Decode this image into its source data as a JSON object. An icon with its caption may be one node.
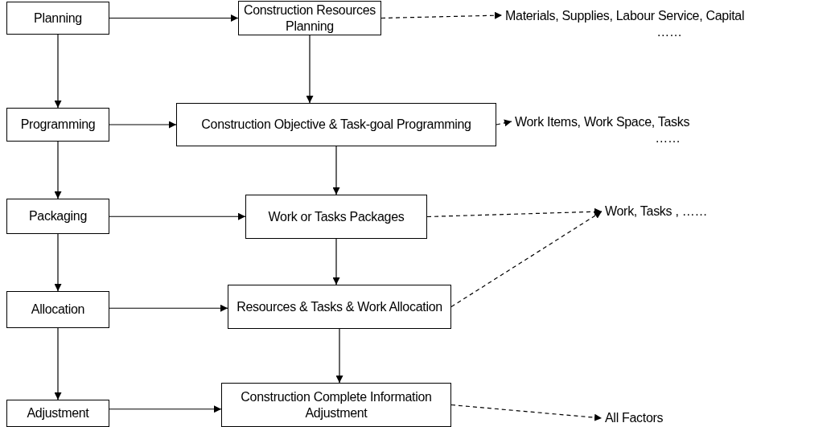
{
  "diagram": {
    "nodes": [
      {
        "text": [
          "Planning"
        ]
      },
      {
        "text": [
          "Construction Resources Planning"
        ]
      },
      {
        "text": [
          "Materials, Supplies, Labour Service, Capital",
          "……"
        ]
      },
      {
        "text": [
          "Programming"
        ]
      },
      {
        "text": [
          "Construction Objective & Task-goal Programming"
        ]
      },
      {
        "text": [
          "Work Items, Work Space, Tasks",
          "……"
        ]
      },
      {
        "text": [
          "Packaging"
        ]
      },
      {
        "text": [
          "Work or Tasks Packages"
        ]
      },
      {
        "text": [
          "Work, Tasks , ……"
        ]
      },
      {
        "text": [
          "Allocation"
        ]
      },
      {
        "text": [
          "Resources & Tasks & Work Allocation"
        ]
      },
      {
        "text": [
          "Adjustment"
        ]
      },
      {
        "text": [
          "Construction Complete Information Adjustment"
        ]
      },
      {
        "text": [
          "All Factors"
        ]
      }
    ],
    "edges": [
      {
        "from": 0,
        "to": 1,
        "arrow": "to"
      },
      {
        "from": 1,
        "to": 2,
        "arrow": "to",
        "style": "dashed"
      },
      {
        "from": 0,
        "to": 3,
        "arrow": "to"
      },
      {
        "from": 1,
        "to": 4,
        "arrow": "to"
      },
      {
        "from": 3,
        "to": 4,
        "arrow": "to"
      },
      {
        "from": 4,
        "to": 5,
        "arrow": "to",
        "style": "dashed"
      },
      {
        "from": 3,
        "to": 6,
        "arrow": "to"
      },
      {
        "from": 4,
        "to": 7,
        "arrow": "to"
      },
      {
        "from": 6,
        "to": 7,
        "arrow": "to"
      },
      {
        "from": 7,
        "to": 8,
        "arrow": "to",
        "style": "dashed"
      },
      {
        "from": 6,
        "to": 9,
        "arrow": "to"
      },
      {
        "from": 7,
        "to": 10,
        "arrow": "to"
      },
      {
        "from": 9,
        "to": 10,
        "arrow": "to"
      },
      {
        "from": 10,
        "to": 8,
        "arrow": "to",
        "style": "dashed"
      },
      {
        "from": 9,
        "to": 11,
        "arrow": "to"
      },
      {
        "from": 10,
        "to": 12,
        "arrow": "to"
      },
      {
        "from": 11,
        "to": 12,
        "arrow": "to"
      },
      {
        "from": 12,
        "to": 13,
        "arrow": "to",
        "style": "dashed"
      }
    ]
  }
}
